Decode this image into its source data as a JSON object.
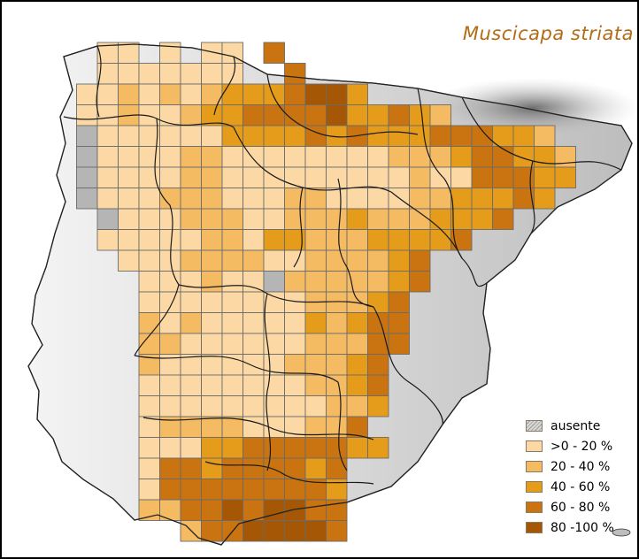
{
  "map": {
    "title": "Muscicapa striata",
    "title_color": "#b36b16",
    "relief_colors": {
      "light": "#eeeeee",
      "dark": "#7a7a7a"
    },
    "grid_line_color": "#6b6b6b",
    "border_line_color": "#1a1a1a",
    "classes": [
      {
        "key": "absent",
        "label": "ausente",
        "color": "#b5b5b5",
        "pattern": "hatched"
      },
      {
        "key": "c1",
        "label": ">0 - 20 %",
        "color": "#fcd9a4",
        "pattern": "solid"
      },
      {
        "key": "c2",
        "label": "20 - 40 %",
        "color": "#f5bb63",
        "pattern": "solid"
      },
      {
        "key": "c3",
        "label": "40 - 60 %",
        "color": "#e59c1b",
        "pattern": "solid"
      },
      {
        "key": "c4",
        "label": "60 - 80 %",
        "color": "#c97410",
        "pattern": "solid"
      },
      {
        "key": "c5",
        "label": "80 -100 %",
        "color": "#a55706",
        "pattern": "solid"
      }
    ]
  }
}
